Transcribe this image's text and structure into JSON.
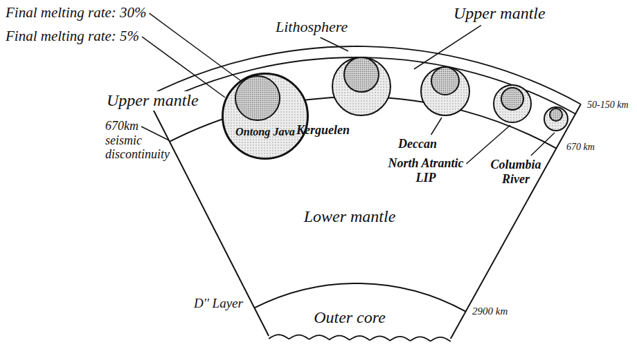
{
  "diagram": {
    "nodes": [
      {
        "text": [
          "Ontong Java"
        ]
      }
    ],
    "labels": [
      "Final melting rate: 30%",
      "Final melting rate: 5%",
      "Lithosphere",
      "Upper mantle",
      "Upper mantle",
      "670km seismic discontinuity",
      "Kerguelen",
      "Deccan",
      "North Atrantic LIP",
      "Columbia River",
      "50-150 km",
      "670 km",
      "Lower mantle",
      "D'' Layer",
      "2900 km",
      "Outer core"
    ]
  }
}
